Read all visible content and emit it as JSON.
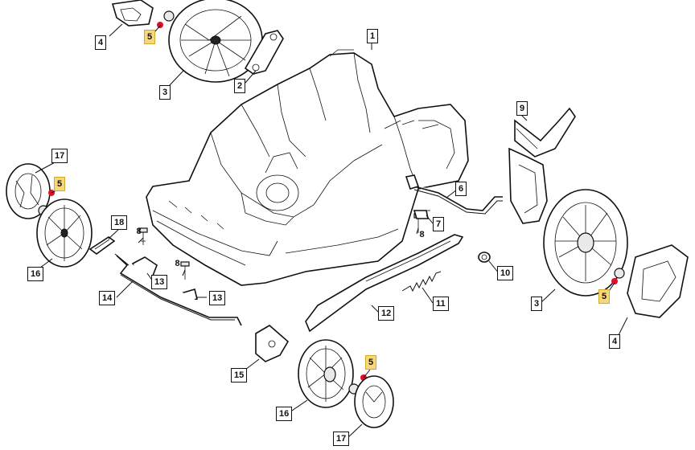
{
  "labels": {
    "p1": "1",
    "p2": "2",
    "p3_top": "3",
    "p3_right": "3",
    "p4_top": "4",
    "p4_right": "4",
    "p5_top": "5",
    "p5_left": "5",
    "p5_right": "5",
    "p5_bottom": "5",
    "p6": "6",
    "p7": "7",
    "p8_a": "8",
    "p8_b": "8",
    "p8_c": "8",
    "p9": "9",
    "p10": "10",
    "p11": "11",
    "p12": "12",
    "p13_a": "13",
    "p13_b": "13",
    "p14": "14",
    "p15": "15",
    "p16_left": "16",
    "p16_bottom": "16",
    "p17_left": "17",
    "p17_bottom": "17",
    "p18": "18"
  },
  "colors": {
    "highlight_fill": "#f6d77c",
    "highlight_border": "#d4a927",
    "marker": "#e0102a",
    "line": "#111111"
  }
}
